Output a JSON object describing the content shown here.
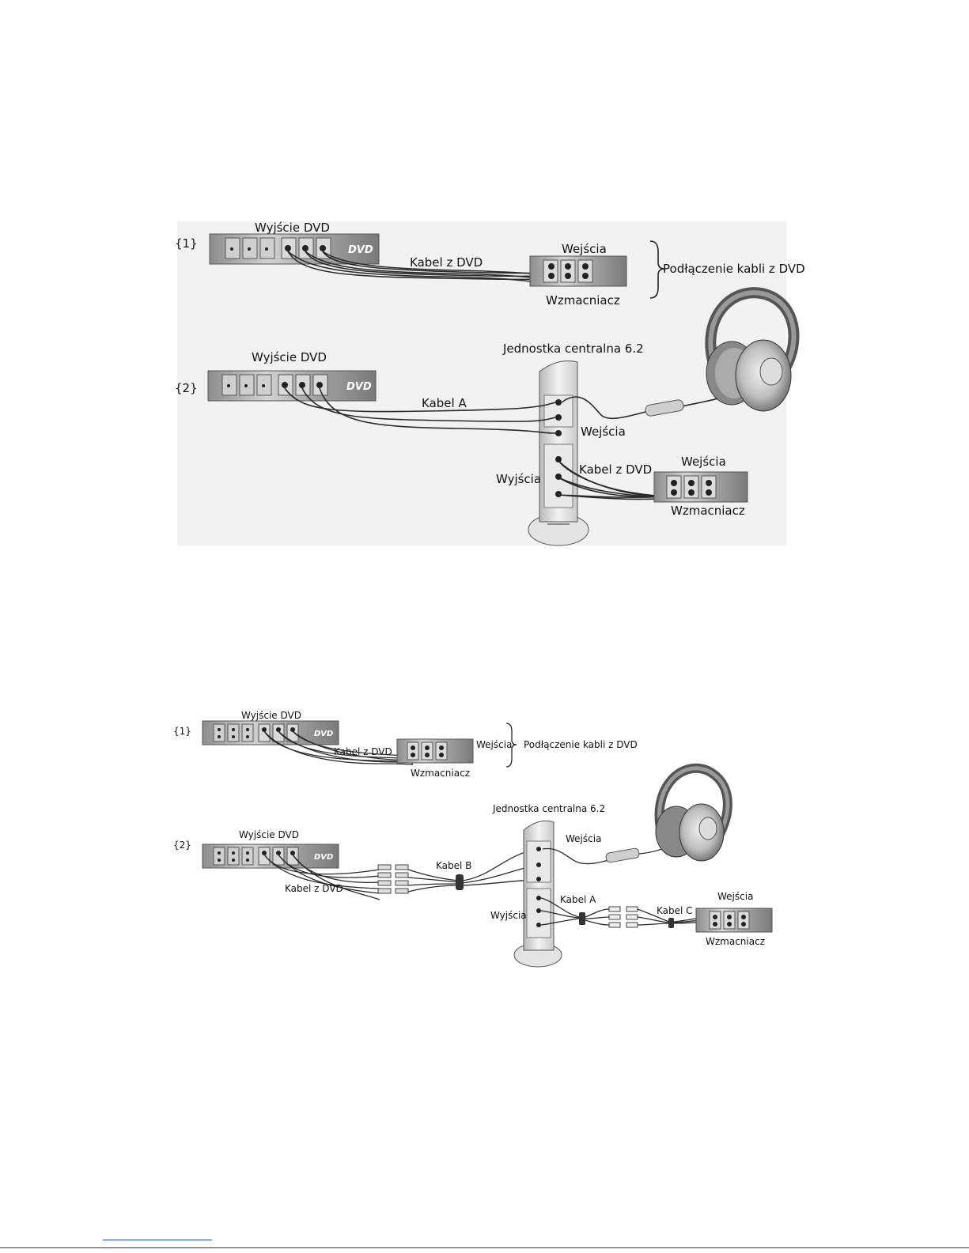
{
  "figure_top": {
    "row1": {
      "index": "{1}",
      "dvd_label": "Wyjście DVD",
      "dvd_logo": "DVD",
      "cable_label": "Kabel z DVD",
      "amp_inputs_label": "Wejścia",
      "amp_label": "Wzmacniacz",
      "brace_label": "Podłączenie kabli z DVD"
    },
    "row2": {
      "index": "{2}",
      "dvd_label": "Wyjście DVD",
      "dvd_logo": "DVD",
      "central_unit_label": "Jednostka centralna 6.2",
      "cable_a_label": "Kabel A",
      "unit_inputs_label": "Wejścia",
      "unit_outputs_label": "Wyjścia",
      "cable_dvd_label": "Kabel z DVD",
      "amp_inputs_label": "Wejścia",
      "amp_label": "Wzmacniacz"
    }
  },
  "figure_bottom": {
    "row1": {
      "index": "{1}",
      "dvd_label": "Wyjście DVD",
      "dvd_logo": "DVD",
      "cable_label": "Kabel z DVD",
      "amp_inputs_label": "Wejścia",
      "amp_label": "Wzmacniacz",
      "brace_label": "Podłączenie kabli z DVD"
    },
    "row2": {
      "index": "{2}",
      "dvd_label": "Wyjście DVD",
      "dvd_logo": "DVD",
      "central_unit_label": "Jednostka centralna 6.2",
      "cable_dvd_label": "Kabel z DVD",
      "cable_b_label": "Kabel B",
      "unit_inputs_label": "Wejścia",
      "cable_a_label": "Kabel A",
      "unit_outputs_label": "Wyjścia",
      "cable_c_label": "Kabel C",
      "amp_inputs_label": "Wejścia",
      "amp_label": "Wzmacniacz"
    }
  },
  "colors": {
    "panel": "#9a9a9a",
    "panel_dark": "#6f6f6f",
    "panel_light": "#d9d9d9",
    "backdrop": "#eeeeee",
    "cable": "#2a2a2a",
    "link": "#1a44c8"
  }
}
